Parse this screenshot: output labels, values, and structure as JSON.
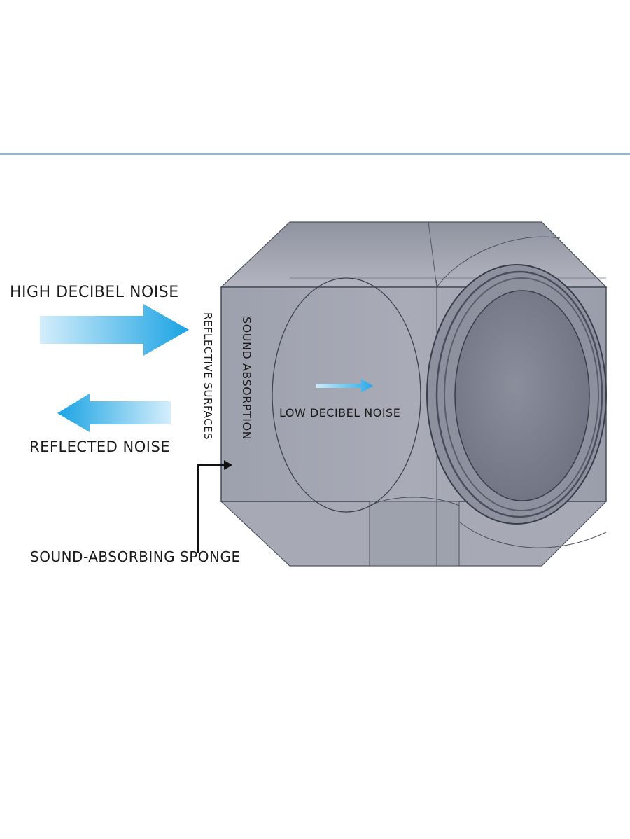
{
  "labels": {
    "high_noise": "HIGH DECIBEL NOISE",
    "reflected_noise": "REFLECTED NOISE",
    "reflective_surfaces": "REFLECTIVE SURFACES",
    "sound_absorption": "SOUND ABSORPTION",
    "low_noise": "LOW DECIBEL NOISE",
    "sponge": "SOUND-ABSORBING SPONGE"
  },
  "colors": {
    "arrow_light": "#d4eefb",
    "arrow_dark": "#1aa3e3",
    "body_gray": "#a2a6b2",
    "top_gray": "#b7bac4",
    "divider_blue": "#5aa6d3"
  }
}
